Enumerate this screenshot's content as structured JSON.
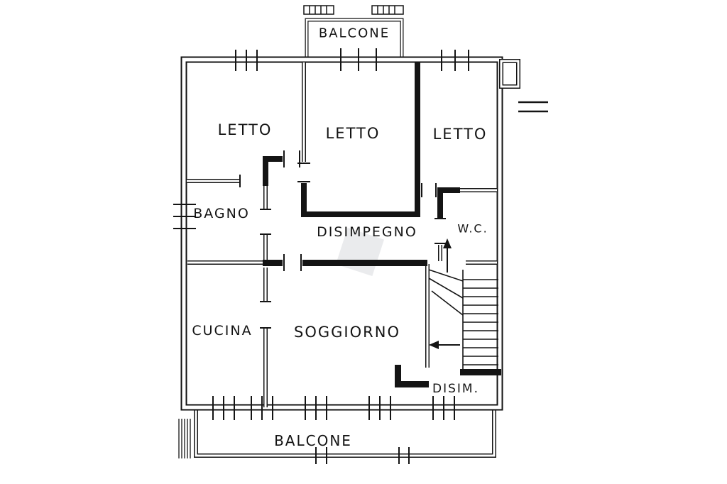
{
  "plan": {
    "labels": {
      "balcone_top": "BALCONE",
      "letto1": "LETTO",
      "letto2": "LETTO",
      "letto3": "LETTO",
      "bagno": "BAGNO",
      "disimpegno": "DISIMPEGNO",
      "wc": "W.C.",
      "cucina": "CUCINA",
      "soggiorno": "SOGGIORNO",
      "disim": "DISIM.",
      "balcone_bottom": "BALCONE"
    },
    "colors": {
      "ink": "#141414",
      "paper": "#ffffff",
      "watermark": "#b9bdc4"
    }
  }
}
